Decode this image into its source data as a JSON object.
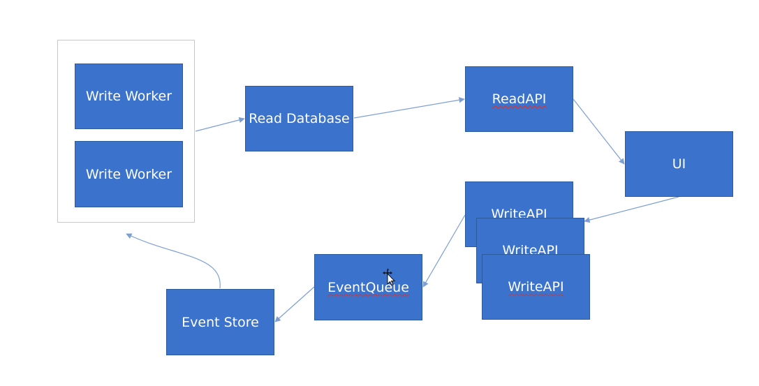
{
  "diagram": {
    "nodes": {
      "write_worker_1": "Write Worker",
      "write_worker_2": "Write Worker",
      "read_database": "Read Database",
      "read_api": "ReadAPI",
      "ui": "UI",
      "write_api_1": "WriteAPI",
      "write_api_2": "WriteAPI",
      "write_api_3": "WriteAPI",
      "event_queue": "EventQueue",
      "event_store": "Event Store"
    },
    "edges": [
      {
        "from": "write_workers_group",
        "to": "read_database"
      },
      {
        "from": "read_database",
        "to": "read_api"
      },
      {
        "from": "read_api",
        "to": "ui"
      },
      {
        "from": "ui",
        "to": "write_api_2"
      },
      {
        "from": "write_api_1",
        "to": "event_queue"
      },
      {
        "from": "event_queue",
        "to": "event_store"
      },
      {
        "from": "event_store",
        "to": "write_workers_group"
      }
    ]
  },
  "colors": {
    "node_fill": "#3a72cc",
    "node_border": "#2c5a9e",
    "node_text": "#ffffff",
    "edge": "#7d9fd3",
    "group_border": "#c9c9c9",
    "spellcheck_underline": "#e0302a",
    "background": "#ffffff"
  },
  "icons": {
    "cursor": "move-cursor-icon"
  }
}
